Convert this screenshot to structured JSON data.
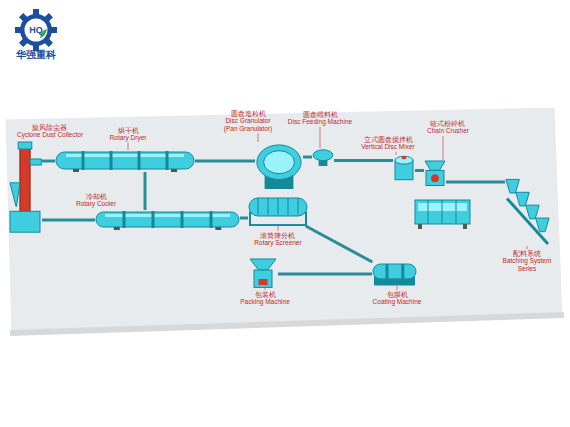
{
  "diagram": {
    "nodes": [
      {
        "text": [
          "旋风除尘器",
          "Cyclone Dust Collector"
        ]
      },
      {
        "text": [
          "烘干机",
          "Rotary Dryer"
        ]
      },
      {
        "text": [
          "圆盘造粒机",
          "Disc Granulator (Pan Granulator)"
        ]
      },
      {
        "text": [
          "圆盘喂料机",
          "Disc Feeding Machine"
        ]
      },
      {
        "text": [
          "立式圆盘搅拌机",
          "Vertical Disc Mixer"
        ]
      },
      {
        "text": [
          "链式粉碎机",
          "Chain Crusher"
        ]
      },
      {
        "text": [
          "冷却机",
          "Rotary Cooler"
        ]
      },
      {
        "text": [
          "滚筒筛分机",
          "Rotary Screener"
        ]
      },
      {
        "text": [
          "配料系统",
          "Batching System Series"
        ]
      },
      {
        "text": [
          "包膜机",
          "Coating Machine"
        ]
      },
      {
        "text": [
          "包装机",
          "Packing Machine"
        ]
      }
    ],
    "edges": [
      {
        "from": 8,
        "to": 5,
        "arrow": "none"
      },
      {
        "from": 5,
        "to": 4,
        "arrow": "none"
      },
      {
        "from": 4,
        "to": 3,
        "arrow": "none"
      },
      {
        "from": 3,
        "to": 2,
        "arrow": "none"
      },
      {
        "from": 2,
        "to": 1,
        "arrow": "none"
      },
      {
        "from": 0,
        "to": 1,
        "arrow": "none"
      },
      {
        "from": 1,
        "to": 6,
        "arrow": "none"
      },
      {
        "from": 0,
        "to": 6,
        "arrow": "none"
      },
      {
        "from": 6,
        "to": 7,
        "arrow": "none"
      },
      {
        "from": 7,
        "to": 9,
        "arrow": "none"
      },
      {
        "from": 9,
        "to": 10,
        "arrow": "none"
      }
    ],
    "labels": [
      "HQ",
      "华强重科"
    ]
  }
}
